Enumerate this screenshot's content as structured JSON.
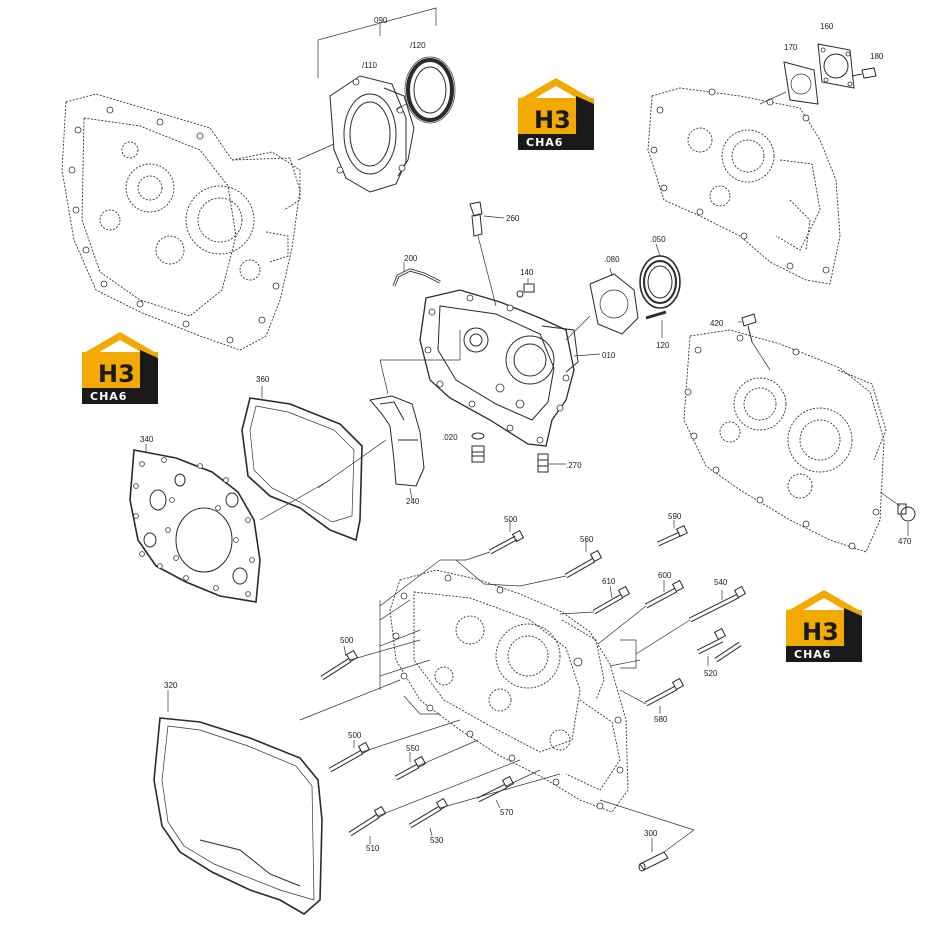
{
  "callouts": {
    "c090": "090",
    "c110": "/110",
    "c120": "/120",
    "c160": "160",
    "c170": "170",
    "c180": "180",
    "c260": "260",
    "c200": "200",
    "c140": "140",
    "c080": ".080",
    "c050": ".050",
    "c010": "010",
    "c120b": "120",
    "c420": "420",
    "c360": "360",
    "c340": "340",
    "c020": ".020",
    "c270": ".270",
    "c240": "240",
    "c470": "470",
    "c500a": "500",
    "c560": "560",
    "c590": "590",
    "c610": "610",
    "c600": "600",
    "c540": "540",
    "c500b": "500",
    "c520": "520",
    "c580": "580",
    "c320": "320",
    "c500c": "500",
    "c550": "550",
    "c570": "570",
    "c510": "510",
    "c530": "530",
    "c300": "300"
  },
  "watermark": {
    "top_text": "H3",
    "bottom_text": "CHA6",
    "accent_color": "#f2a900",
    "dark_color": "#1a1a1a"
  }
}
